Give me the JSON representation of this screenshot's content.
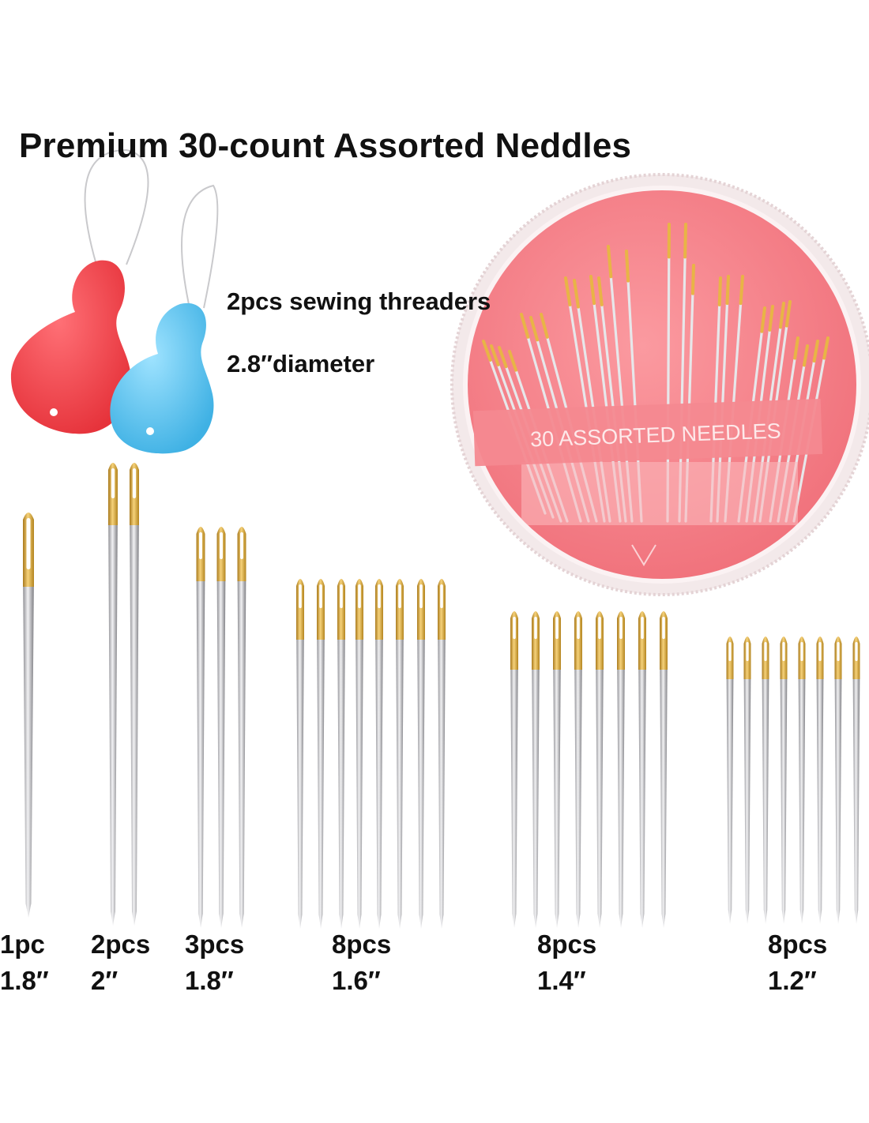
{
  "title": "Premium 30-count Assorted Neddles",
  "threaders_label": "2pcs sewing threaders",
  "diameter_label": "2.8″diameter",
  "case_label": "30 ASSORTED  NEEDLES",
  "colors": {
    "case_pink": "#f77f86",
    "case_rim": "#f2e6e7",
    "threader_red": "#f0434a",
    "threader_blue": "#58c4ee",
    "needle_gold": "#d7a73a",
    "needle_steel": "#b8b8bc"
  },
  "groups": [
    {
      "count": 1,
      "count_label": "1pc",
      "length_label": "1.8″"
    },
    {
      "count": 2,
      "count_label": "2pcs",
      "length_label": "2″"
    },
    {
      "count": 3,
      "count_label": "3pcs",
      "length_label": "1.8″"
    },
    {
      "count": 8,
      "count_label": "8pcs",
      "length_label": "1.6″"
    },
    {
      "count": 8,
      "count_label": "8pcs",
      "length_label": "1.4″"
    },
    {
      "count": 8,
      "count_label": "8pcs",
      "length_label": "1.2″"
    }
  ]
}
